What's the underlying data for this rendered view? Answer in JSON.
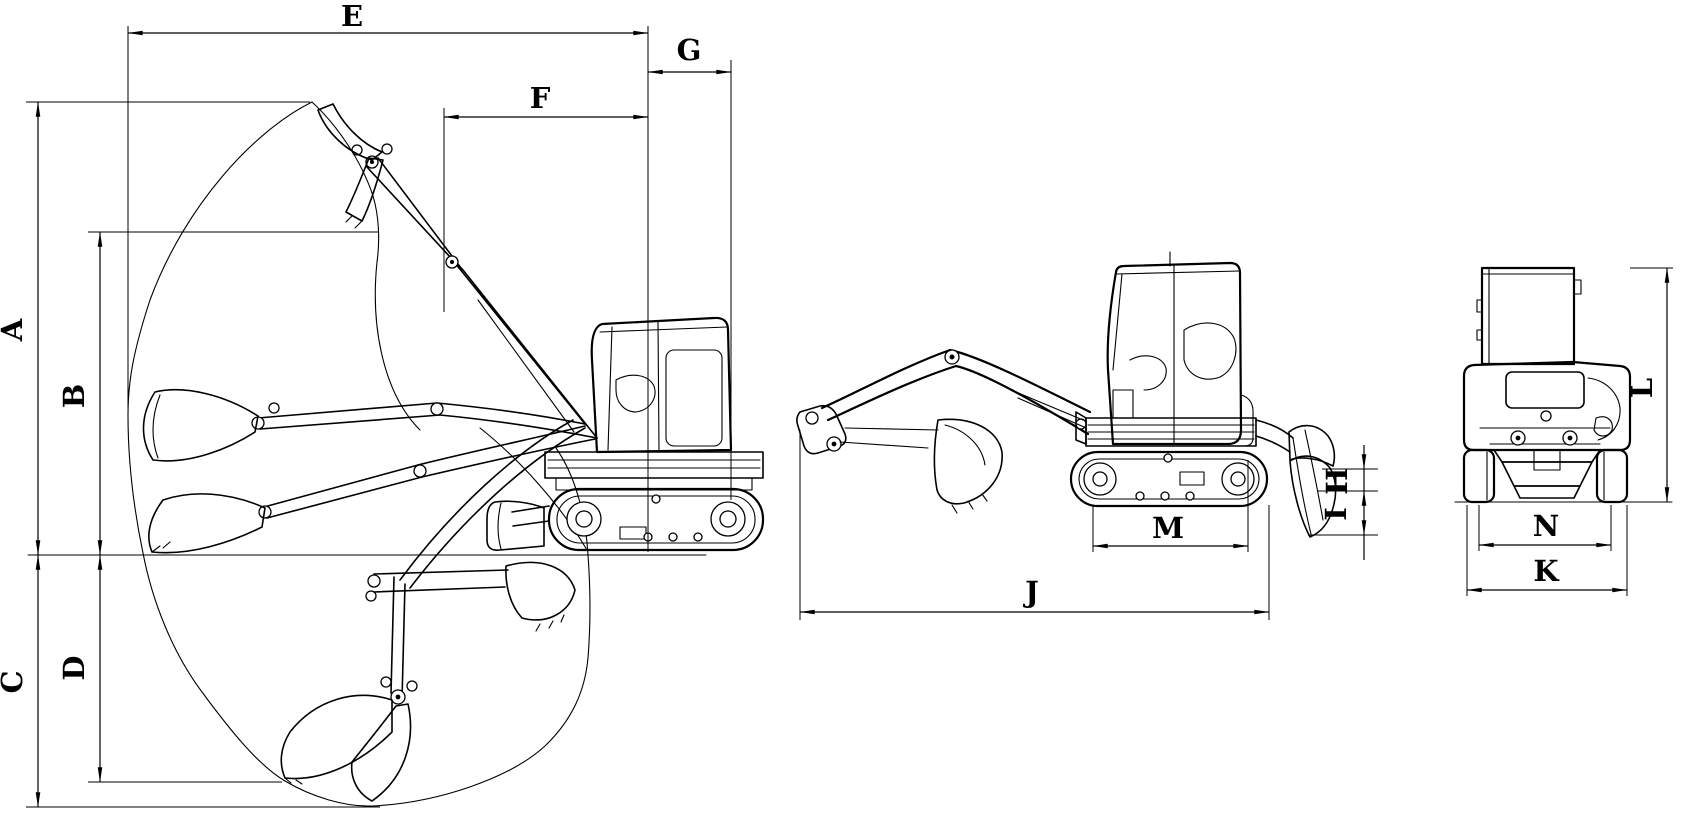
{
  "page": {
    "background_color": "#ffffff",
    "line_color": "#000000"
  },
  "diagram": {
    "kind": "mini-excavator dimension / working-range technical drawing",
    "views": {
      "working_range": {
        "name": "working range side view",
        "label_ids": [
          "A",
          "B",
          "C",
          "D",
          "E",
          "F",
          "G"
        ]
      },
      "side_transport": {
        "name": "transport side view",
        "label_ids": [
          "H",
          "I",
          "J",
          "M"
        ]
      },
      "rear": {
        "name": "rear view",
        "label_ids": [
          "K",
          "L",
          "N"
        ]
      }
    }
  },
  "dims": {
    "A": {
      "label": "A",
      "axis": "vertical"
    },
    "B": {
      "label": "B",
      "axis": "vertical"
    },
    "C": {
      "label": "C",
      "axis": "vertical"
    },
    "D": {
      "label": "D",
      "axis": "vertical"
    },
    "E": {
      "label": "E",
      "axis": "horizontal"
    },
    "F": {
      "label": "F",
      "axis": "horizontal"
    },
    "G": {
      "label": "G",
      "axis": "horizontal"
    },
    "H": {
      "label": "H",
      "axis": "vertical"
    },
    "I": {
      "label": "I",
      "axis": "vertical"
    },
    "J": {
      "label": "J",
      "axis": "horizontal"
    },
    "K": {
      "label": "K",
      "axis": "horizontal"
    },
    "L": {
      "label": "L",
      "axis": "vertical"
    },
    "M": {
      "label": "M",
      "axis": "horizontal"
    },
    "N": {
      "label": "N",
      "axis": "horizontal"
    }
  }
}
